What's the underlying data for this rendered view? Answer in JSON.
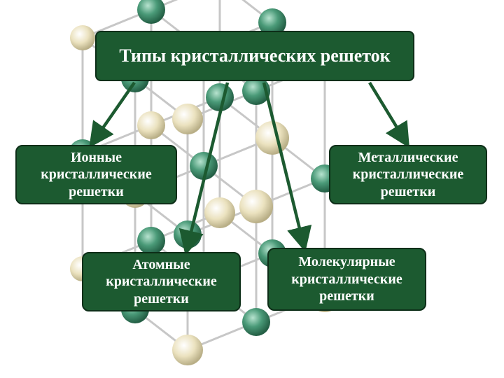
{
  "title": "Типы кристаллических решеток",
  "boxes": {
    "ionic": "Ионные\nкристаллические\nрешетки",
    "metallic": "Металлические\nкристаллические\nрешетки",
    "atomic": "Атомные\nкристаллические\nрешетки",
    "molecular": "Молекулярные\nкристаллические\nрешетки"
  },
  "colors": {
    "box_fill": "#1c5a30",
    "arrow": "#1c5a30",
    "atom_cream": "#efe6c4",
    "atom_green": "#3e8a6a"
  }
}
